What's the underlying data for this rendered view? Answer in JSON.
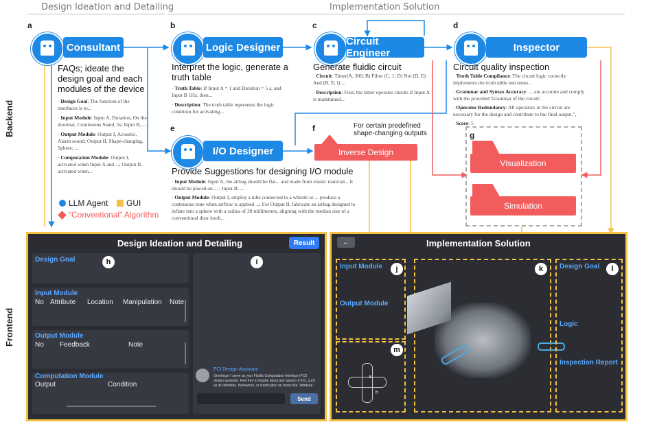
{
  "headers": {
    "left": "Design Ideation and Detailing",
    "right": "Implementation Solution",
    "backend": "Backend",
    "frontend": "Frontend"
  },
  "agents": {
    "a": {
      "letter": "a",
      "name": "Consultant"
    },
    "b": {
      "letter": "b",
      "name": "Logic Designer"
    },
    "c": {
      "letter": "c",
      "name": "Circuit Engineer"
    },
    "d": {
      "letter": "d",
      "name": "Inspector"
    },
    "e": {
      "letter": "e",
      "name": "I/O Designer"
    },
    "f": {
      "letter": "f",
      "name": "Inverse Design",
      "note": "For certain predefined shape-changing outputs"
    },
    "g": {
      "letter": "g",
      "visualization": "Visualization",
      "simulation": "Simulation"
    }
  },
  "consultant": {
    "title": "FAQs; ideate the design goal and each modules of the device",
    "details": [
      {
        "k": "Design Goal",
        "v": ": The function of the interfaces is to..."
      },
      {
        "k": "Input Module",
        "v": ": Input A, Duration, On the doormat, Continuous Stand, 5s; Input B, ..."
      },
      {
        "k": "Output Module",
        "v": ": Output I, Acoustic, Alarm sound; Output II, Shape-changing, Sphere; ..."
      },
      {
        "k": "Computation Module",
        "v": ": Output I, activated when Input A and ...; Output II, activated when..."
      }
    ]
  },
  "logic": {
    "title": "Interpret the logic, generate a truth table",
    "details": [
      {
        "k": "Truth Table",
        "v": ": If Input A = 1 and Duration = 5 s, and Input B 1Hz, then..."
      },
      {
        "k": "Description",
        "v": ": The truth table represents the logic condition for activating..."
      }
    ]
  },
  "circuit": {
    "title": "Generate fluidic circuit",
    "details": [
      {
        "k": "Circuit",
        "v": ": Timer(A, 300; B) Filter (C, 1; D) Not (D, E) And (B, E; I) ..."
      },
      {
        "k": "Description",
        "v": ": First, the timer operator checks if Input A is maintained..."
      }
    ]
  },
  "inspector": {
    "title": "Circuit quality inspection",
    "details": [
      {
        "k": "Truth Table Compliance",
        "v": ": The circuit logic correctly implements the truth table outcomes..."
      },
      {
        "k": "Grammar and Syntax Accuracy",
        "v": ": ... are accurate and comply with the provided 'Grammar of the circuit'."
      },
      {
        "k": "Operator Redundancy",
        "v": ": All operators in the circuit are necessary for the design and contribute to the final output.\","
      },
      {
        "k": "Score",
        "v": ": 5"
      }
    ]
  },
  "io": {
    "title": "Provide Suggestions for designing I/O module",
    "details": [
      {
        "k": "Input Module",
        "v": ": Input A, the airbag should be flat... and made from elastic material... It should be placed on ... ; Input B, ..."
      },
      {
        "k": "Output Module",
        "v": ": Output I, employ a tube connected to a whistle or ... produce a continuous tone when airflow is applied ...; For Output II, fabricate an airbag designed to inflate into a sphere with a radius of 30 millimeters, aligning with the median size of a conventional door knob..."
      }
    ]
  },
  "legend": {
    "llm": "LLM Agent",
    "gui": "GUI",
    "algo": "“Conventional” Algorithm",
    "colors": {
      "llm": "#1e88e5",
      "gui": "#f5c142",
      "algo": "#f25c5c"
    }
  },
  "front_left": {
    "title": "Design Ideation and Detailing",
    "result_btn": "Result",
    "h": "h",
    "i": "i",
    "design_goal": "Design Goal",
    "input_module": "Input Module",
    "input_cols": [
      "No",
      "Attribute",
      "Location",
      "Manipulation",
      "Note"
    ],
    "output_module": "Output Module",
    "output_cols": [
      "No",
      "Feedback",
      "Note"
    ],
    "computation_module": "Computation Module",
    "computation_cols": [
      "Output",
      "Condition"
    ],
    "assistant_name": "FCI Design Assistant",
    "assistant_msg": "Greetings! I serve as your Fluidic Computation Interface (FCI) design assistant. Feel free to inquire about any aspect of FCI, such as its definition, framework, or clarification on terms like \"Attribute.\"",
    "send": "Send"
  },
  "front_right": {
    "title": "Implementation Solution",
    "back": "←",
    "j": "j",
    "k": "k",
    "l": "l",
    "m": "m",
    "input_module": "Input Module",
    "output_module": "Output Module",
    "design_goal": "Design Goal",
    "logic": "Logic",
    "inspection_report": "Inspection Report",
    "dim_a": "a",
    "dim_h": "h"
  }
}
